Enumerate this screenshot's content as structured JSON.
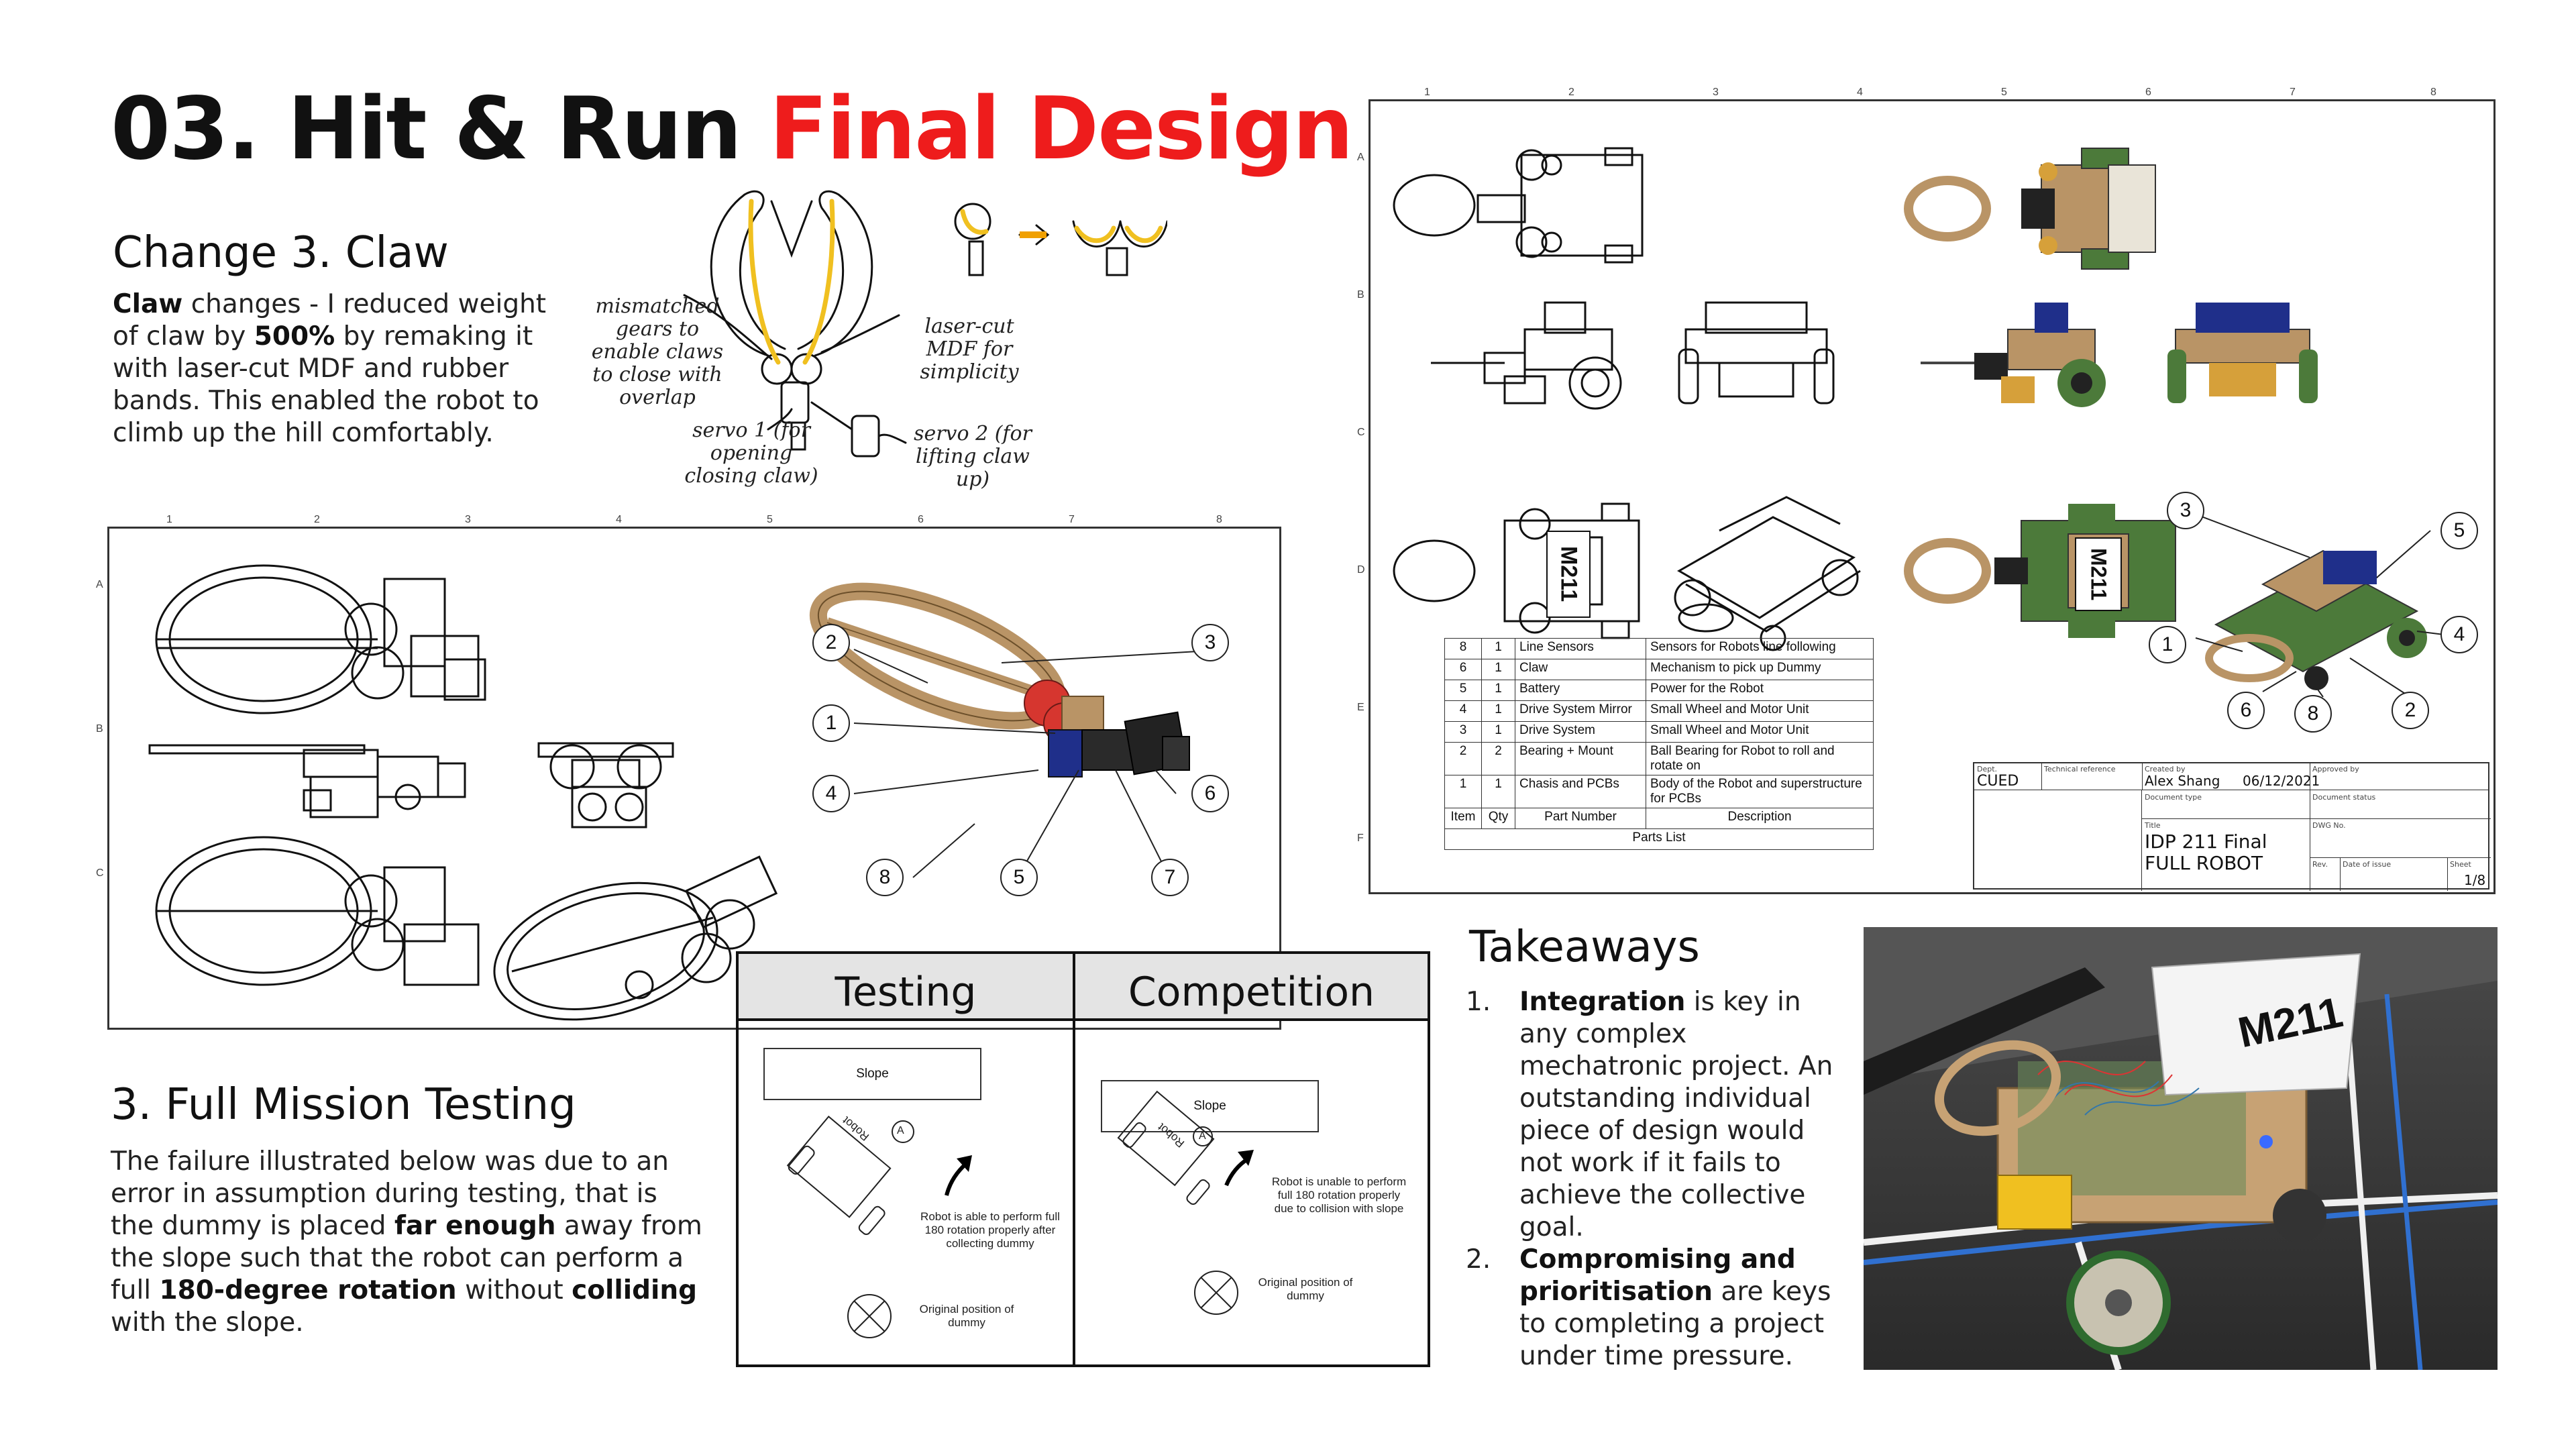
{
  "title": {
    "main": "03. Hit & Run",
    "accent": "Final Design"
  },
  "claw_section": {
    "heading": "Change 3. Claw",
    "p_1": "Claw",
    "p_2": " changes - I reduced weight of claw by ",
    "p_3": "500%",
    "p_4": " by remaking it with laser-cut MDF and rubber bands. This enabled the robot to climb up the hill comfortably."
  },
  "sketch_notes": {
    "gears": "mismatched gears to enable claws to close with overlap",
    "mdf": "laser-cut MDF for simplicity",
    "servo1": "servo 1 (for opening closing claw)",
    "servo2": "servo 2 (for lifting claw up)"
  },
  "claw_drawing": {
    "columns": [
      "1",
      "2",
      "3",
      "4",
      "5",
      "6",
      "7",
      "8"
    ],
    "rows": [
      "A",
      "B",
      "C"
    ],
    "balloons": [
      "1",
      "2",
      "3",
      "4",
      "5",
      "6",
      "7",
      "8"
    ]
  },
  "robot_drawing": {
    "columns": [
      "1",
      "2",
      "3",
      "4",
      "5",
      "6",
      "7",
      "8"
    ],
    "rows": [
      "A",
      "B",
      "C",
      "D",
      "E",
      "F"
    ],
    "balloons": [
      "1",
      "2",
      "3",
      "4",
      "5",
      "6",
      "8"
    ],
    "parts_list": {
      "rows": [
        {
          "item": "8",
          "qty": "1",
          "part": "Line Sensors",
          "desc": "Sensors for Robots line following"
        },
        {
          "item": "6",
          "qty": "1",
          "part": "Claw",
          "desc": "Mechanism to pick up Dummy"
        },
        {
          "item": "5",
          "qty": "1",
          "part": "Battery",
          "desc": "Power for the Robot"
        },
        {
          "item": "4",
          "qty": "1",
          "part": "Drive System Mirror",
          "desc": "Small Wheel and Motor Unit"
        },
        {
          "item": "3",
          "qty": "1",
          "part": "Drive System",
          "desc": "Small Wheel and Motor Unit"
        },
        {
          "item": "2",
          "qty": "2",
          "part": "Bearing + Mount",
          "desc": "Ball Bearing for Robot to roll and rotate on"
        },
        {
          "item": "1",
          "qty": "1",
          "part": "Chasis and PCBs",
          "desc": "Body of the Robot and superstructure for PCBs"
        }
      ],
      "header": {
        "item": "Item",
        "qty": "Qty",
        "part": "Part Number",
        "desc": "Description"
      },
      "caption": "Parts List"
    },
    "title_block": {
      "dept_label": "Dept.",
      "dept": "CUED",
      "tech_ref_label": "Technical reference",
      "created_label": "Created by",
      "created_by": "Alex Shang",
      "date": "06/12/2021",
      "approved_label": "Approved by",
      "doc_type_label": "Document type",
      "doc_status_label": "Document status",
      "title_label": "Title",
      "title_1": "IDP 211 Final",
      "title_2": "FULL ROBOT",
      "dwg_label": "DWG No.",
      "rev_label": "Rev.",
      "issue_label": "Date of issue",
      "sheet_label": "Sheet",
      "sheet": "1/8"
    },
    "plate_label": "M211"
  },
  "testing_section": {
    "heading": "3. Full Mission Testing",
    "p_1": "The failure illustrated below was due to an error in assumption during testing, that is the dummy is placed ",
    "p_2": "far enough",
    "p_3": " away from the slope such that the robot can perform a full ",
    "p_4": "180-degree rotation",
    "p_5": " without ",
    "p_6": "colliding",
    "p_7": " with the slope."
  },
  "test_table": {
    "col_testing": "Testing",
    "col_competition": "Competition",
    "slope": "Slope",
    "robot": "Robot",
    "testing_caption": "Robot is able to perform full 180 rotation properly after collecting dummy",
    "competition_caption": "Robot is unable to perform full 180 rotation properly due to collision with slope",
    "original_position": "Original position of dummy",
    "marker": "A"
  },
  "takeaways": {
    "heading": "Takeaways",
    "items": [
      {
        "num": "1.",
        "bold": "Integration",
        "rest": " is key in any complex mechatronic project. An outstanding individual piece of design would not work if it fails to achieve the collective goal."
      },
      {
        "num": "2.",
        "bold": "Compromising and prioritisation",
        "rest": " are keys to completing a project under time pressure."
      }
    ]
  },
  "photo": {
    "plate": "M211"
  },
  "colors": {
    "accent": "#ee1c1c",
    "mdf": "#b99466",
    "pcb": "#4c7a3a",
    "servo": "#222222",
    "gear": "#d6362f",
    "battery": "#1f2f8a",
    "rubber_band": "#f0c020"
  }
}
